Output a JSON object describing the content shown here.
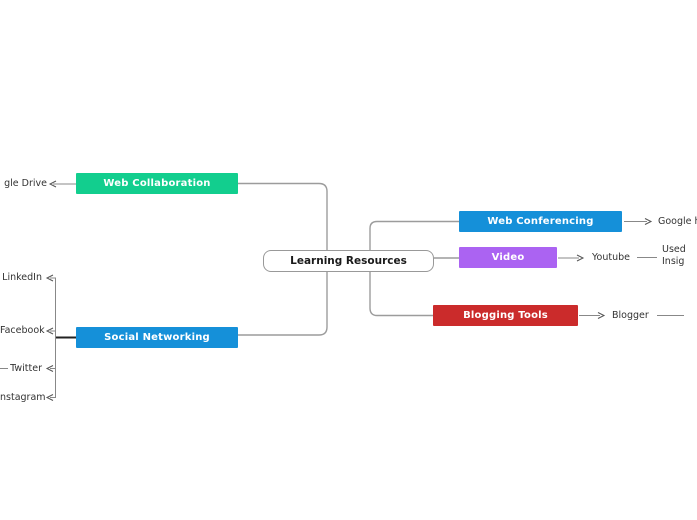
{
  "canvas": {
    "background": "#ffffff",
    "connector_color": "#9c9c9c",
    "bracket_color": "#888888",
    "arrowhead_color": "#555555",
    "leaf_text_color": "#333333"
  },
  "root": {
    "label": "Learning Resources",
    "fill": "#ffffff",
    "border_color": "#999999",
    "text_color": "#1a1a1a"
  },
  "topics": {
    "web_collaboration": {
      "label": "Web Collaboration",
      "color": "#12ce8e"
    },
    "social_networking": {
      "label": "Social Networking",
      "color": "#1590d9"
    },
    "web_conferencing": {
      "label": "Web Conferencing",
      "color": "#1590d9"
    },
    "video": {
      "label": "Video",
      "color": "#ab63f2"
    },
    "blogging_tools": {
      "label": "Blogging Tools",
      "color": "#cb2b2b"
    }
  },
  "subtopics": {
    "google_drive": {
      "label": "gle Drive"
    },
    "linkedin": {
      "label": "LinkedIn"
    },
    "facebook": {
      "label": "Facebook"
    },
    "twitter": {
      "label": "Twitter"
    },
    "instagram": {
      "label": "nstagram"
    },
    "google_hangouts": {
      "label": "Google ha"
    },
    "youtube": {
      "label": "Youtube"
    },
    "youtube_note": {
      "line1": "Used",
      "line2": "Insig"
    },
    "blogger": {
      "label": "Blogger"
    }
  }
}
